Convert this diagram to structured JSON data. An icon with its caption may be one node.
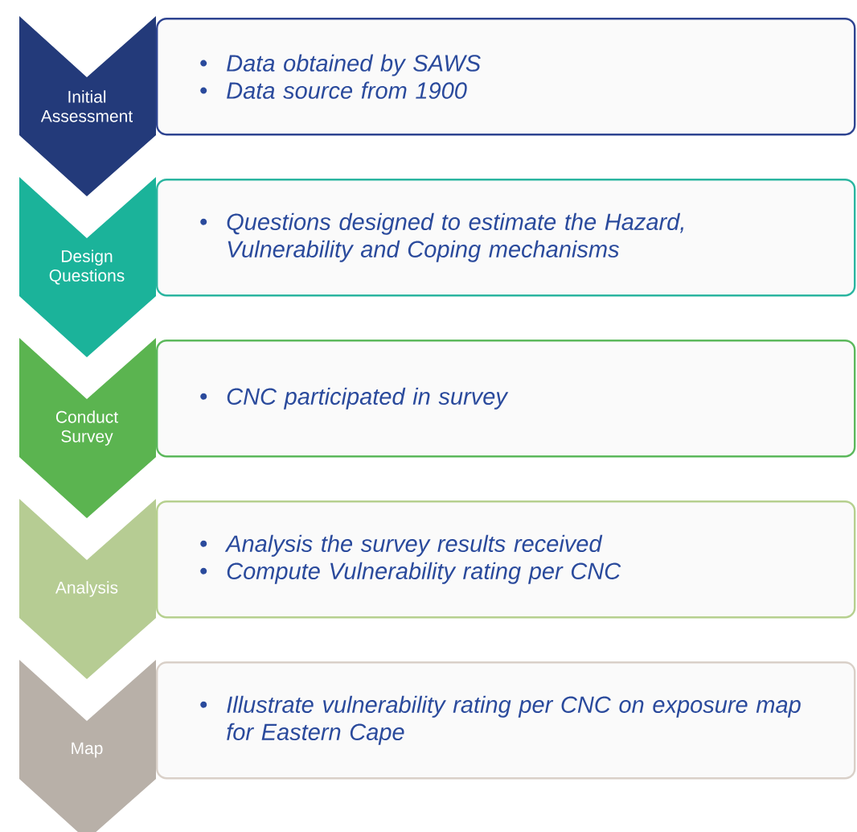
{
  "diagram": {
    "nodes": [
      {
        "text": [
          "Initial Assessment"
        ]
      },
      {
        "text": [
          "Data obtained by SAWS",
          "Data source from 1900"
        ]
      },
      {
        "text": [
          "Design Questions"
        ]
      },
      {
        "text": [
          "Questions designed to estimate the Hazard, Vulnerability and Coping mechanisms"
        ]
      },
      {
        "text": [
          "Conduct Survey"
        ]
      },
      {
        "text": [
          "CNC participated in survey"
        ]
      },
      {
        "text": [
          "Analysis"
        ]
      },
      {
        "text": [
          "Analysis the survey results received",
          "Compute Vulnerability rating per CNC"
        ]
      },
      {
        "text": [
          "Map"
        ]
      },
      {
        "text": [
          "Illustrate vulnerability rating per CNC on exposure map for Eastern Cape"
        ]
      }
    ]
  }
}
